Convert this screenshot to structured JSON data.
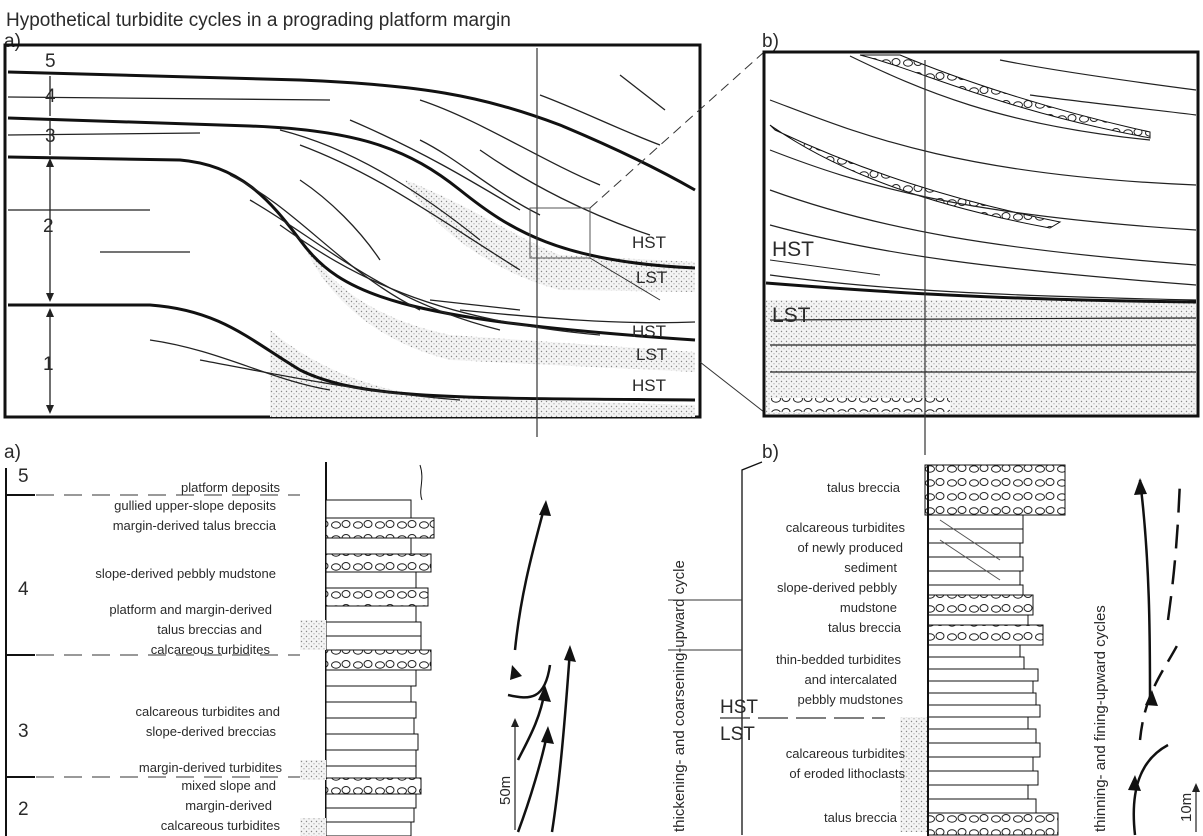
{
  "title": "Hypothetical turbidite cycles in a prograding platform margin",
  "panels": {
    "top_a": "a)",
    "top_b": "b)",
    "bottom_a": "a)",
    "bottom_b": "b)"
  },
  "cycles": [
    "1",
    "2",
    "3",
    "4",
    "5"
  ],
  "systems_tracts_a": [
    "HST",
    "LST",
    "HST",
    "LST",
    "HST"
  ],
  "systems_tracts_b": [
    "HST",
    "LST"
  ],
  "log_a": {
    "cycle_labels": [
      "5",
      "4",
      "3",
      "2"
    ],
    "descriptions": [
      "platform deposits",
      "gullied upper-slope deposits",
      "margin-derived talus breccia",
      "slope-derived pebbly mudstone",
      "platform and margin-derived",
      "talus breccias and",
      "calcareous turbidites",
      "calcareous turbidites and",
      "slope-derived breccias",
      "margin-derived turbidites",
      "mixed slope and",
      "margin-derived",
      "calcareous turbidites"
    ],
    "scale": "50m",
    "cycle_trend": "thickening- and coarsening-upward cycle"
  },
  "log_b": {
    "descriptions": [
      "talus breccia",
      "calcareous turbidites",
      "of newly produced",
      "sediment",
      "slope-derived pebbly",
      "mudstone",
      "talus breccia",
      "thin-bedded turbidites",
      "and intercalated",
      "pebbly mudstones",
      "calcareous turbidites",
      "of eroded lithoclasts",
      "talus breccia"
    ],
    "hst_label": "HST",
    "lst_label": "LST",
    "scale": "10m",
    "cycle_trend": "thinning- and fining-upward cycles"
  },
  "colors": {
    "ink": "#1a1a1a",
    "stipple": "#b9b9b9"
  }
}
